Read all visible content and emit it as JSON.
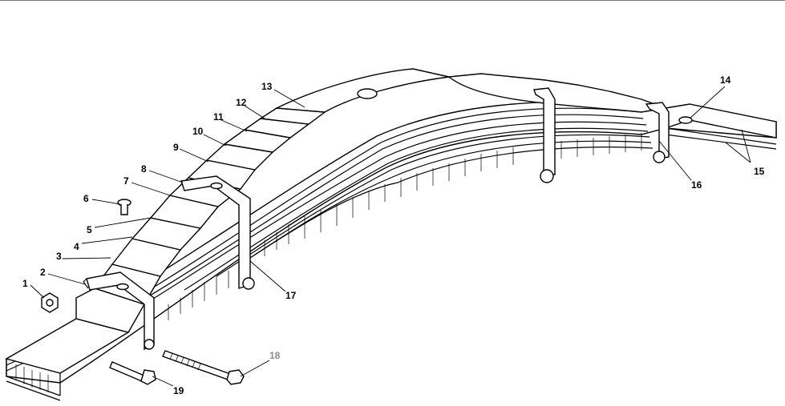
{
  "labels": {
    "n1": "1",
    "n2": "2",
    "n3": "3",
    "n4": "4",
    "n5": "5",
    "n6": "6",
    "n7": "7",
    "n8": "8",
    "n9": "9",
    "n10": "10",
    "n11": "11",
    "n12": "12",
    "n13": "13",
    "n14": "14",
    "n15": "15",
    "n16": "16",
    "n17": "17",
    "n18": "18",
    "n19": "19"
  },
  "colors": {
    "ink": "#000000",
    "muted_label": "#8c8c8c",
    "rule": "#7a7a7a"
  }
}
